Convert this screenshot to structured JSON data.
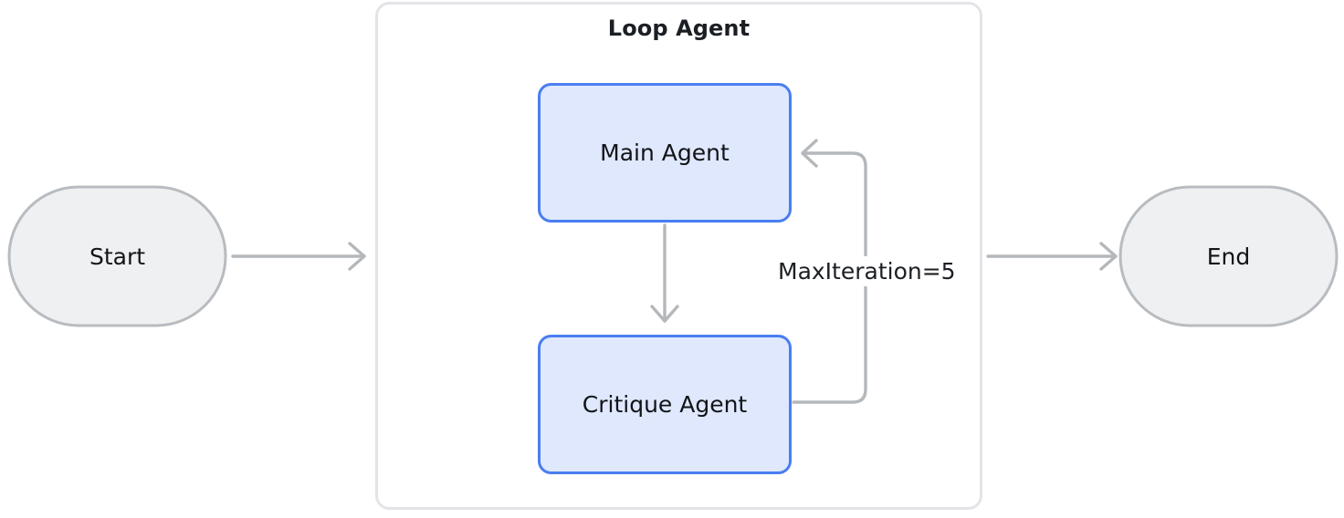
{
  "diagram": {
    "title_group": "Loop Agent",
    "type": "flowchart",
    "nodes": [
      {
        "id": "start",
        "label": "Start",
        "shape": "stadium",
        "fill": "#eff0f2",
        "stroke": "#b8bcc0"
      },
      {
        "id": "main-agent",
        "label": "Main Agent",
        "shape": "rounded-rect",
        "fill": "#dfe8fd",
        "stroke": "#4a7ef0"
      },
      {
        "id": "critique-agent",
        "label": "Critique Agent",
        "shape": "rounded-rect",
        "fill": "#dfe8fd",
        "stroke": "#4a7ef0"
      },
      {
        "id": "end",
        "label": "End",
        "shape": "stadium",
        "fill": "#eff0f2",
        "stroke": "#b8bcc0"
      }
    ],
    "edges": [
      {
        "id": "start-to-loop",
        "from": "start",
        "to": "main-agent",
        "label": "",
        "arrow": "open"
      },
      {
        "id": "main-to-critique",
        "from": "main-agent",
        "to": "critique-agent",
        "label": "",
        "arrow": "open"
      },
      {
        "id": "critique-to-main",
        "from": "critique-agent",
        "to": "main-agent",
        "label": "MaxIteration=5",
        "arrow": "open"
      },
      {
        "id": "loop-to-end",
        "from": "critique-agent",
        "to": "end",
        "label": "",
        "arrow": "open"
      }
    ],
    "group": {
      "id": "loop-agent-group",
      "label": "Loop Agent",
      "stroke": "#e3e4e7",
      "fill": "#ffffff"
    },
    "colors": {
      "edge": "#b4b8bc",
      "node_text": "#121417",
      "title_text": "#1b1f24",
      "canvas_bg": "#ffffff"
    }
  }
}
